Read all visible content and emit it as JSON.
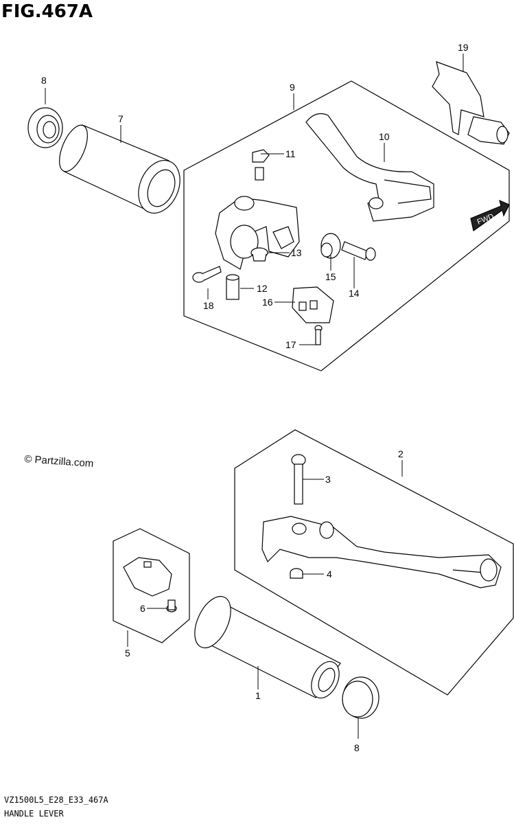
{
  "figure": {
    "title": "FIG.467A",
    "model_code": "VZ1500L5_E28_E33_467A",
    "name": "HANDLE LEVER",
    "copyright": "© Partzilla.com",
    "fwd_label": "FWD"
  },
  "callouts": [
    {
      "id": "c19",
      "label": "19"
    },
    {
      "id": "c8a",
      "label": "8"
    },
    {
      "id": "c9",
      "label": "9"
    },
    {
      "id": "c7",
      "label": "7"
    },
    {
      "id": "c10",
      "label": "10"
    },
    {
      "id": "c11",
      "label": "11"
    },
    {
      "id": "c13",
      "label": "13"
    },
    {
      "id": "c12",
      "label": "12"
    },
    {
      "id": "c18",
      "label": "18"
    },
    {
      "id": "c16",
      "label": "16"
    },
    {
      "id": "c15",
      "label": "15"
    },
    {
      "id": "c14",
      "label": "14"
    },
    {
      "id": "c17",
      "label": "17"
    },
    {
      "id": "c2",
      "label": "2"
    },
    {
      "id": "c3",
      "label": "3"
    },
    {
      "id": "c4",
      "label": "4"
    },
    {
      "id": "c6",
      "label": "6"
    },
    {
      "id": "c5",
      "label": "5"
    },
    {
      "id": "c1",
      "label": "1"
    },
    {
      "id": "c8b",
      "label": "8"
    }
  ]
}
